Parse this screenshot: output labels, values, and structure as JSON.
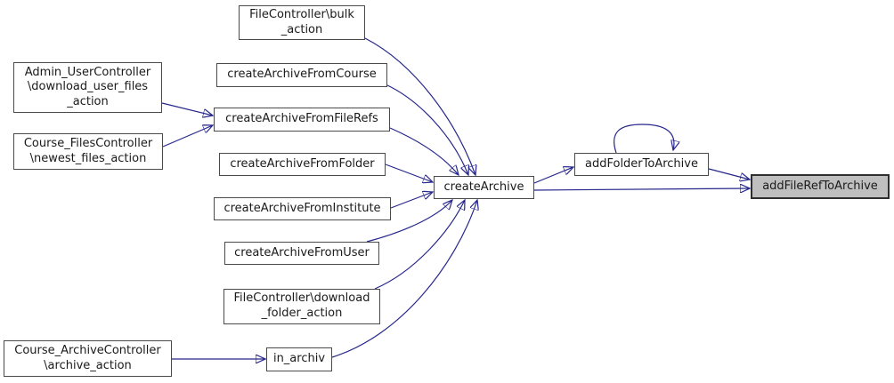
{
  "diagram_type": "call-graph",
  "colors": {
    "edge": "#26268b",
    "node_fill": "#ffffff",
    "node_border": "#4a4a4a",
    "highlight_fill": "#bfbfbf",
    "text": "#1a1a1a"
  },
  "nodes": {
    "bulk_action": "FileController\\bulk\n_action",
    "admin_download_user_files": "Admin_UserController\n\\download_user_files\n_action",
    "create_archive_from_course": "createArchiveFromCourse",
    "create_archive_from_filerefs": "createArchiveFromFileRefs",
    "course_files_newest": "Course_FilesController\n\\newest_files_action",
    "create_archive_from_folder": "createArchiveFromFolder",
    "create_archive_from_institute": "createArchiveFromInstitute",
    "create_archive_from_user": "createArchiveFromUser",
    "download_folder_action": "FileController\\download\n_folder_action",
    "course_archive_action": "Course_ArchiveController\n\\archive_action",
    "in_archiv": "in_archiv",
    "create_archive": "createArchive",
    "add_folder_to_archive": "addFolderToArchive",
    "add_fileref_to_archive": "addFileRefToArchive"
  },
  "edges": [
    {
      "from": "FileController\\bulk_action",
      "to": "createArchive"
    },
    {
      "from": "createArchiveFromCourse",
      "to": "createArchive"
    },
    {
      "from": "Admin_UserController\\download_user_files_action",
      "to": "createArchiveFromFileRefs"
    },
    {
      "from": "Course_FilesController\\newest_files_action",
      "to": "createArchiveFromFileRefs"
    },
    {
      "from": "createArchiveFromFileRefs",
      "to": "createArchive"
    },
    {
      "from": "createArchiveFromFolder",
      "to": "createArchive"
    },
    {
      "from": "createArchiveFromInstitute",
      "to": "createArchive"
    },
    {
      "from": "createArchiveFromUser",
      "to": "createArchive"
    },
    {
      "from": "FileController\\download_folder_action",
      "to": "createArchive"
    },
    {
      "from": "Course_ArchiveController\\archive_action",
      "to": "in_archiv"
    },
    {
      "from": "in_archiv",
      "to": "createArchive"
    },
    {
      "from": "createArchive",
      "to": "addFolderToArchive"
    },
    {
      "from": "createArchive",
      "to": "addFileRefToArchive"
    },
    {
      "from": "addFolderToArchive",
      "to": "addFolderToArchive"
    },
    {
      "from": "addFolderToArchive",
      "to": "addFileRefToArchive"
    }
  ]
}
